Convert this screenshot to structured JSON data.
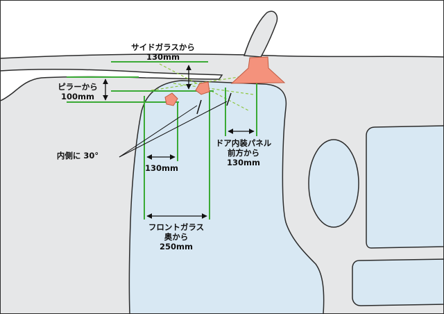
{
  "labels": {
    "side_glass_line1": "サイドガラスから",
    "side_glass_line2": "130mm",
    "pillar_line1": "ピラーから",
    "pillar_line2": "100mm",
    "inward_angle": "内側に 30°",
    "dim_130mm": "130mm",
    "door_panel_line1": "ドア内装パネル",
    "door_panel_line2": "前方から",
    "door_panel_line3": "130mm",
    "windshield_line1": "フロントガラス",
    "windshield_line2": "奥から",
    "windshield_line3": "250mm"
  },
  "colors": {
    "car_body": "#e6e7e8",
    "glass": "#d8e8f3",
    "outline": "#2b2b2b",
    "guide_line": "#3aaa35",
    "dashed_line": "#8dc63f",
    "speaker": "#f4927c",
    "speaker_outline": "#c05a40"
  }
}
